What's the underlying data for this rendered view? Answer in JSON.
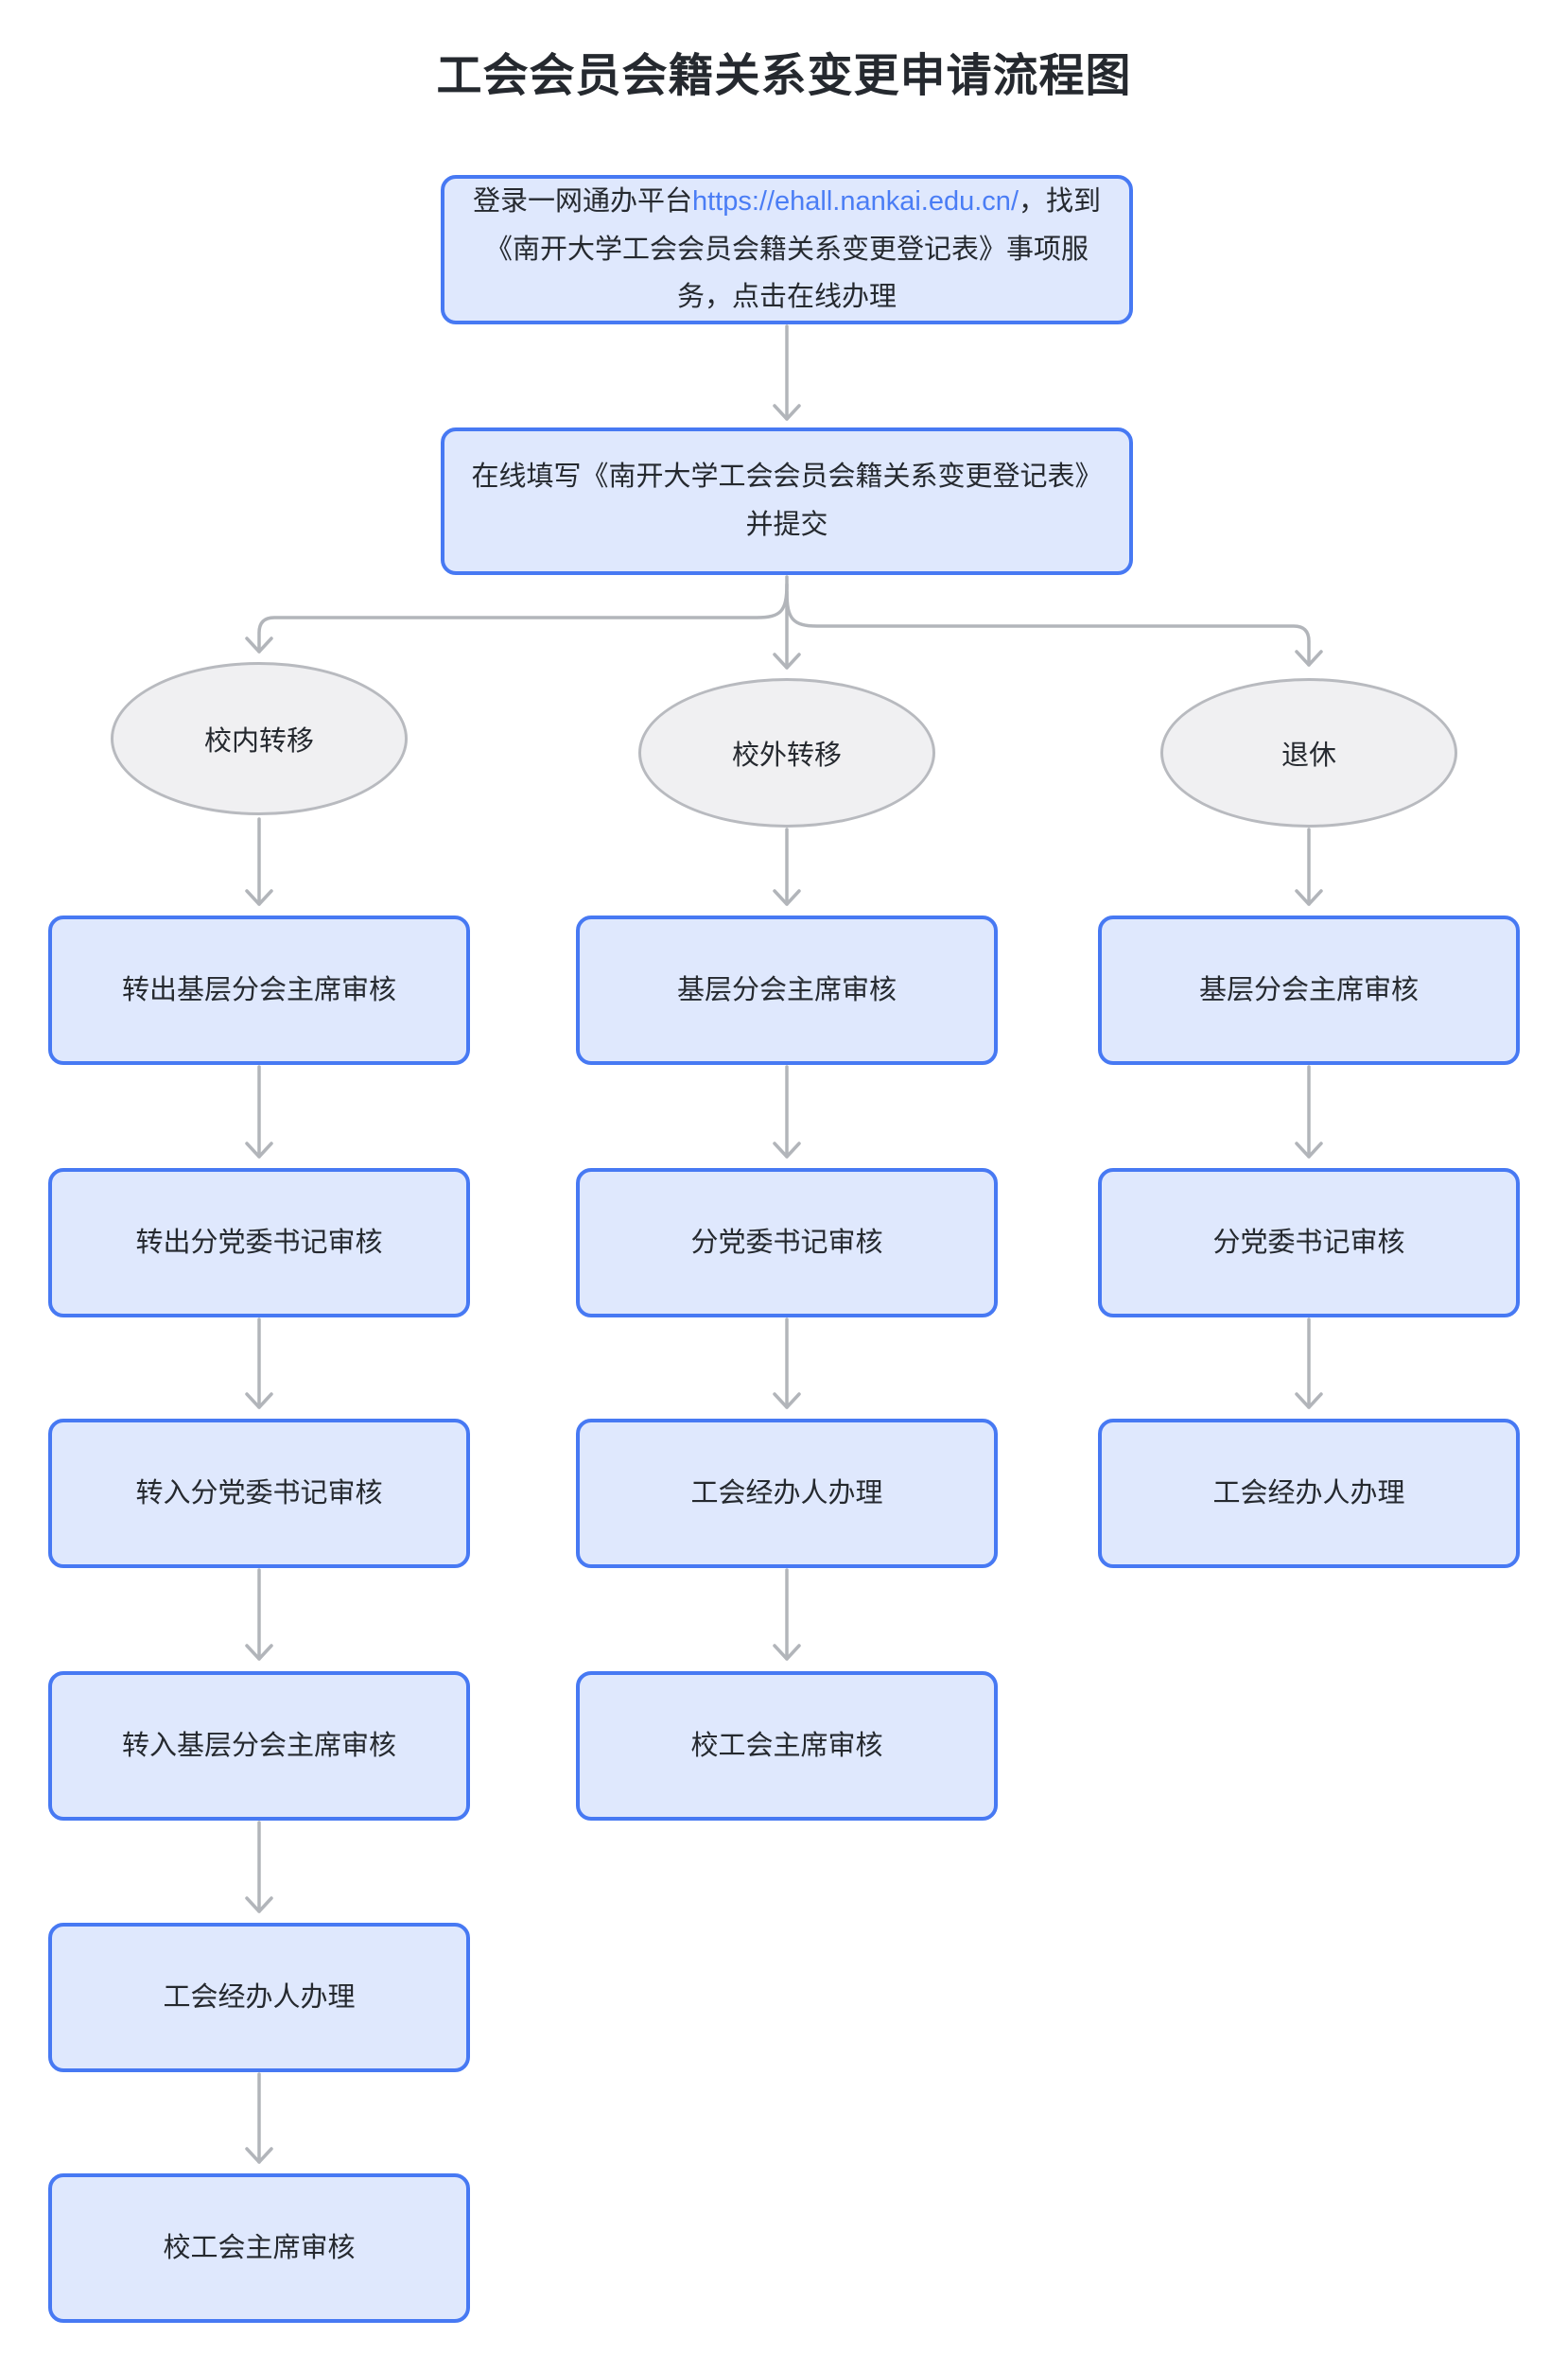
{
  "flow": {
    "title": "工会会员会籍关系变更申请流程图"
  },
  "start_node": {
    "text_before_link": "登录一网通办平台",
    "link_text": "https://ehall.nankai.edu.cn/",
    "text_after_link": "，找到《南开大学工会会员会籍关系变更登记表》事项服务，点击在线办理"
  },
  "submit_node": {
    "label": "在线填写《南开大学工会会员会籍关系变更登记表》并提交"
  },
  "branches": [
    {
      "condition": "校内转移",
      "steps": [
        "转出基层分会主席审核",
        "转出分党委书记审核",
        "转入分党委书记审核",
        "转入基层分会主席审核",
        "工会经办人办理",
        "校工会主席审核"
      ]
    },
    {
      "condition": "校外转移",
      "steps": [
        "基层分会主席审核",
        "分党委书记审核",
        "工会经办人办理",
        "校工会主席审核"
      ]
    },
    {
      "condition": "退休",
      "steps": [
        "基层分会主席审核",
        "分党委书记审核",
        "工会经办人办理"
      ]
    }
  ],
  "colors": {
    "background": "#ffffff",
    "node_fill": "#dfe8fd",
    "node_border": "#4779f3",
    "link": "#4a7df5",
    "ellipse_fill": "#f0f0f2",
    "ellipse_border": "#b8babf",
    "arrow": "#b2b5ba",
    "text": "#25292f"
  }
}
